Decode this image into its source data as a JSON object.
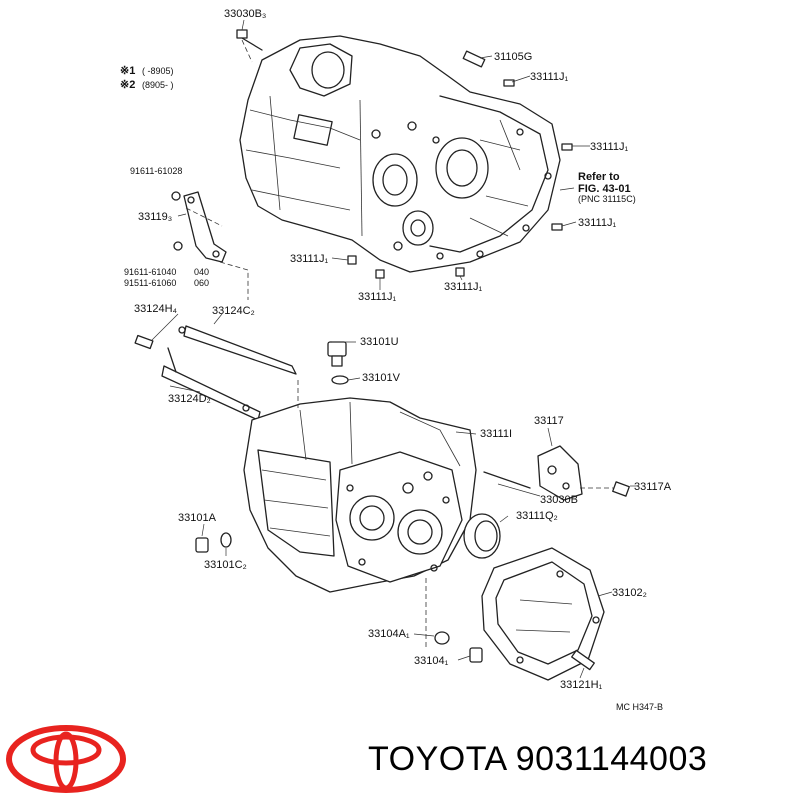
{
  "diagram": {
    "labels": {
      "p33030B3": "33030B₃",
      "p31105G": "31105G",
      "p33111Ja": "33111J₁",
      "p33111Jb": "33111J₁",
      "p33111Jc": "33111J₁",
      "p33111Jd": "33111J₁",
      "p33111Je": "33111J₁",
      "p33111Jf": "33111J₁",
      "p91611_61028": "91611-61028",
      "p33119": "33119₃",
      "p91611_61040": "91611-61040",
      "p91511_61060": "91511-61060",
      "p33124H": "33124H₄",
      "p33124C": "33124C₂",
      "p33124D": "33124D₂",
      "p33101U": "33101U",
      "p33101V": "33101V",
      "p33111I": "33111I",
      "p33117": "33117",
      "p33117A": "33117A",
      "p33030B": "33030B",
      "p33111Q": "33111Q₂",
      "p33101A": "33101A",
      "p33101C": "33101C₂",
      "p33102": "33102₂",
      "p33104A": "33104A₁",
      "p33104": "33104₁",
      "p33121H": "33121H₁",
      "code": "MC H347-B"
    },
    "legend": {
      "row1_mark": "※1",
      "row1_range": "( -8905)",
      "row2_mark": "※2",
      "row2_range": "(8905- )"
    },
    "refer": {
      "line1": "Refer to",
      "line2": "FIG. 43-01",
      "line3": "(PNC 31115C)"
    },
    "tags": {
      "t040": "040",
      "t060": "060"
    }
  },
  "brand": {
    "text": "TOYOTA 9031144003",
    "logo_color": "#e8231f"
  }
}
